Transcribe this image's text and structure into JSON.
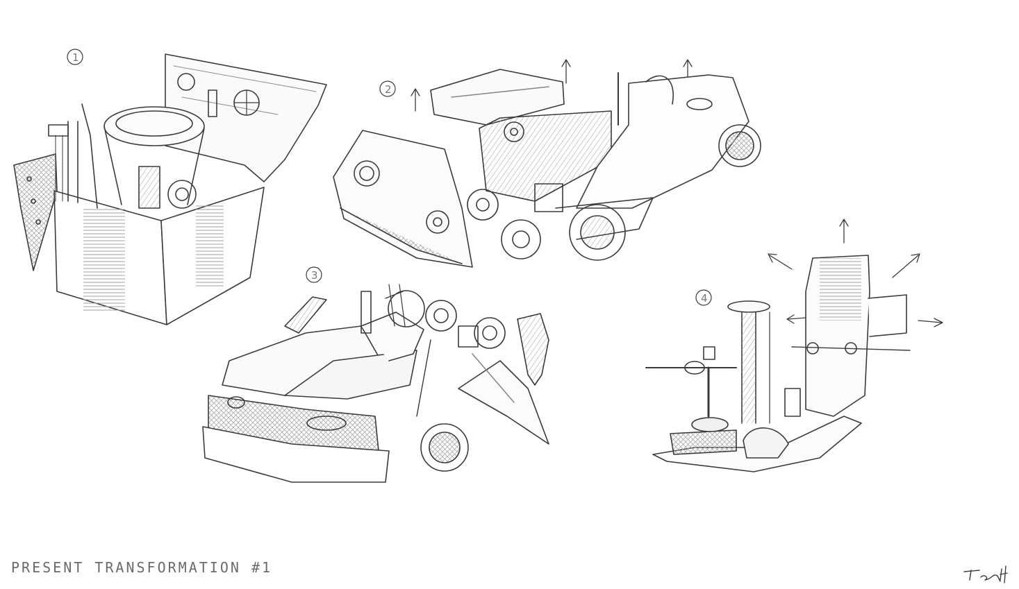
{
  "caption": "PRESENT TRANSFORMATION #1",
  "signature": "Tony H",
  "stages": [
    {
      "number": "1",
      "subject": "gift-box"
    },
    {
      "number": "2",
      "subject": "car-opening"
    },
    {
      "number": "3",
      "subject": "car-transforming"
    },
    {
      "number": "4",
      "subject": "robot-base"
    }
  ],
  "colors": {
    "paper": "#ffffff",
    "pencil": "#3a3a3a",
    "shade": "#9a9a9a"
  }
}
